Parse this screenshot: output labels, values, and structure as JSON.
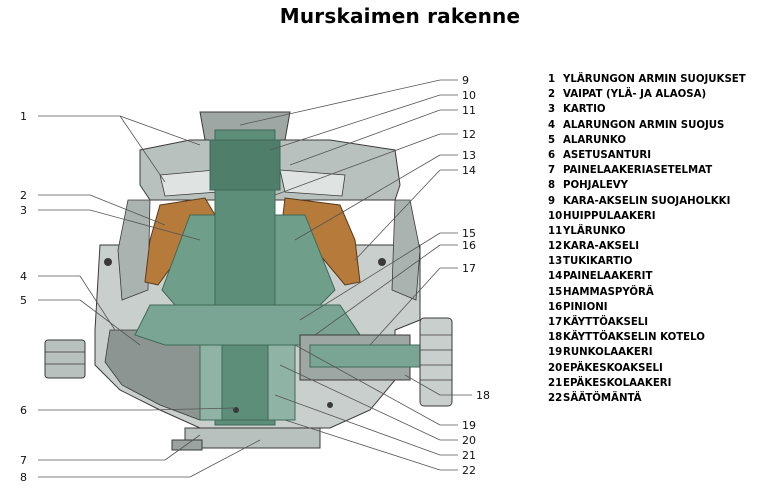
{
  "title": "Murskaimen rakenne",
  "callouts": [
    "1",
    "2",
    "3",
    "4",
    "5",
    "6",
    "7",
    "8",
    "9",
    "10",
    "11",
    "12",
    "13",
    "14",
    "15",
    "16",
    "17",
    "18",
    "19",
    "20",
    "21",
    "22"
  ],
  "legend": [
    {
      "num": "1",
      "label": "YLÄRUNGON ARMIN SUOJUKSET"
    },
    {
      "num": "2",
      "label": "VAIPAT (YLÄ- JA ALAOSA)"
    },
    {
      "num": "3",
      "label": "KARTIO"
    },
    {
      "num": "4",
      "label": "ALARUNGON ARMIN SUOJUS"
    },
    {
      "num": "5",
      "label": "ALARUNKO"
    },
    {
      "num": "6",
      "label": "ASETUSANTURI"
    },
    {
      "num": "7",
      "label": "PAINELAAKERIASETELMAT"
    },
    {
      "num": "8",
      "label": "POHJALEVY"
    },
    {
      "num": "9",
      "label": "KARA-AKSELIN SUOJAHOLKKI"
    },
    {
      "num": "10",
      "label": "HUIPPULAAKERI"
    },
    {
      "num": "11",
      "label": "YLÄRUNKO"
    },
    {
      "num": "12",
      "label": "KARA-AKSELI"
    },
    {
      "num": "13",
      "label": "TUKIKARTIO"
    },
    {
      "num": "14",
      "label": "PAINELAAKERIT"
    },
    {
      "num": "15",
      "label": "HAMMASPYÖRÄ"
    },
    {
      "num": "16",
      "label": "PINIONI"
    },
    {
      "num": "17",
      "label": "KÄYTTÖAKSELI"
    },
    {
      "num": "18",
      "label": "KÄYTTÖAKSELIN KOTELO"
    },
    {
      "num": "19",
      "label": "RUNKOLAAKERI"
    },
    {
      "num": "20",
      "label": "EPÄKESKOAKSELI"
    },
    {
      "num": "21",
      "label": "EPÄKESKOLAAKERI"
    },
    {
      "num": "22",
      "label": "SÄÄTÖMÄNTÄ"
    }
  ],
  "colors": {
    "body_gray": "#c9cfcd",
    "body_dark": "#8c9592",
    "shaft_green": "#5d8e7a",
    "shaft_dark": "#3f6a58",
    "liner_brown": "#b67a3a",
    "line": "#3a3a3a"
  }
}
